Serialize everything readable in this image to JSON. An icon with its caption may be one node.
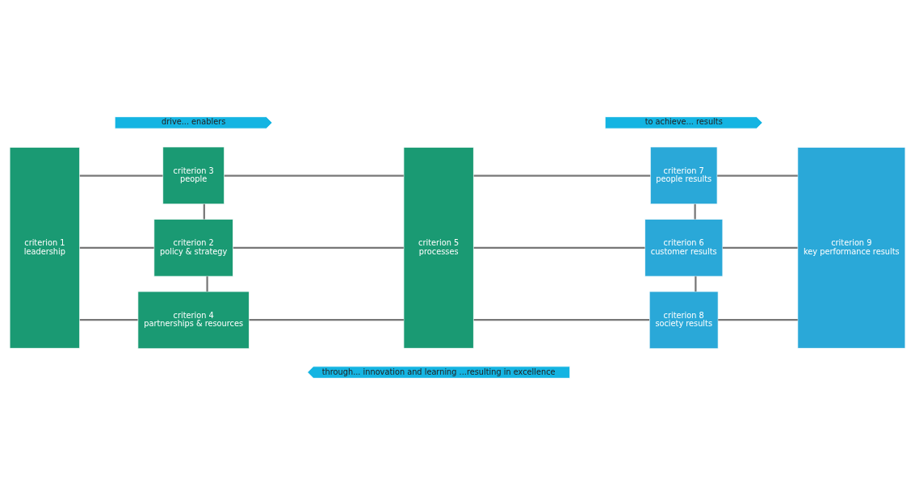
{
  "diagram": {
    "nodes": [
      {
        "text": [
          "drive... enablers"
        ]
      },
      {
        "text": [
          "to achieve... results"
        ]
      },
      {
        "text": [
          "criterion 1",
          "leadership"
        ]
      },
      {
        "text": [
          "criterion 3",
          "people"
        ]
      },
      {
        "text": [
          "criterion 2",
          "policy & strategy"
        ]
      },
      {
        "text": [
          "criterion 4",
          "partnerships & resources"
        ]
      },
      {
        "text": [
          "criterion 5",
          "processes"
        ]
      },
      {
        "text": [
          "criterion 7",
          "people results"
        ]
      },
      {
        "text": [
          "criterion 6",
          "customer results"
        ]
      },
      {
        "text": [
          "criterion 8",
          "society results"
        ]
      },
      {
        "text": [
          "criterion 9",
          "key performance results"
        ]
      },
      {
        "text": [
          "through... innovation and learning ...resulting in excellence"
        ]
      }
    ],
    "edges": [
      {
        "from": 2,
        "to": 3,
        "arrow": "none"
      },
      {
        "from": 2,
        "to": 4,
        "arrow": "none"
      },
      {
        "from": 2,
        "to": 5,
        "arrow": "none"
      },
      {
        "from": 3,
        "to": 4,
        "arrow": "none"
      },
      {
        "from": 4,
        "to": 5,
        "arrow": "none"
      },
      {
        "from": 3,
        "to": 6,
        "arrow": "none"
      },
      {
        "from": 4,
        "to": 6,
        "arrow": "none"
      },
      {
        "from": 5,
        "to": 6,
        "arrow": "none"
      },
      {
        "from": 6,
        "to": 7,
        "arrow": "none"
      },
      {
        "from": 6,
        "to": 8,
        "arrow": "none"
      },
      {
        "from": 6,
        "to": 9,
        "arrow": "none"
      },
      {
        "from": 7,
        "to": 8,
        "arrow": "none"
      },
      {
        "from": 8,
        "to": 9,
        "arrow": "none"
      },
      {
        "from": 7,
        "to": 10,
        "arrow": "none"
      },
      {
        "from": 8,
        "to": 10,
        "arrow": "none"
      },
      {
        "from": 9,
        "to": 10,
        "arrow": "none"
      }
    ]
  }
}
